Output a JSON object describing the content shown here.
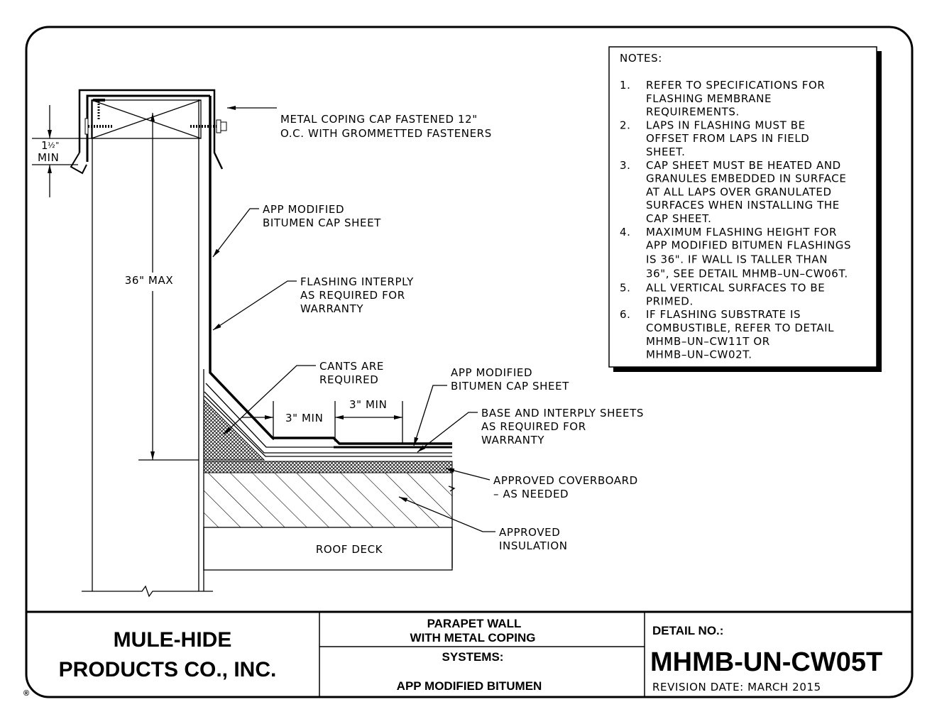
{
  "notes": {
    "heading": "NOTES:",
    "items": [
      {
        "num": "1.",
        "lines": [
          "REFER TO SPECIFICATIONS FOR",
          "FLASHING MEMBRANE",
          "REQUIREMENTS."
        ]
      },
      {
        "num": "2.",
        "lines": [
          "LAPS IN FLASHING MUST BE",
          "OFFSET FROM LAPS IN FIELD",
          "SHEET."
        ]
      },
      {
        "num": "3.",
        "lines": [
          "CAP SHEET MUST BE HEATED AND",
          "GRANULES EMBEDDED IN SURFACE",
          "AT ALL LAPS OVER GRANULATED",
          "SURFACES WHEN INSTALLING THE",
          "CAP SHEET."
        ]
      },
      {
        "num": "4.",
        "lines": [
          "MAXIMUM FLASHING HEIGHT FOR",
          "APP MODIFIED BITUMEN FLASHINGS",
          "IS 36\".   IF WALL IS TALLER THAN",
          "36\", SEE DETAIL MHMB–UN–CW06T."
        ]
      },
      {
        "num": "5.",
        "lines": [
          "ALL VERTICAL SURFACES TO BE",
          "PRIMED."
        ]
      },
      {
        "num": "6.",
        "lines": [
          "IF FLASHING SUBSTRATE IS",
          "COMBUSTIBLE, REFER TO DETAIL",
          "MHMB–UN–CW11T OR",
          "MHMB–UN–CW02T."
        ]
      }
    ]
  },
  "labels": {
    "coping": [
      "METAL COPING CAP FASTENED 12\"",
      "O.C. WITH GROMMETTED FASTENERS"
    ],
    "cap_sheet_wall": [
      "APP MODIFIED",
      "BITUMEN CAP SHEET"
    ],
    "interply": [
      "FLASHING INTERPLY",
      "AS REQUIRED FOR",
      "WARRANTY"
    ],
    "cants": [
      "CANTS ARE",
      "REQUIRED"
    ],
    "cap_sheet_roof": [
      "APP MODIFIED",
      "BITUMEN CAP SHEET"
    ],
    "base_sheets": [
      "BASE AND INTERPLY SHEETS",
      "AS REQUIRED FOR",
      "WARRANTY"
    ],
    "coverboard": [
      "APPROVED COVERBOARD",
      "– AS NEEDED"
    ],
    "insulation": [
      "APPROVED",
      "INSULATION"
    ],
    "roof_deck": "ROOF DECK"
  },
  "dimensions": {
    "max_height": "36\" MAX",
    "min_lap_1": "3\" MIN",
    "min_lap_2": "3\" MIN",
    "coping_min_whole": "1",
    "coping_min_frac": "½\"",
    "coping_min_label": "MIN"
  },
  "title_block": {
    "company": [
      "MULE-HIDE",
      "PRODUCTS CO., INC."
    ],
    "registered": "®",
    "title": [
      "PARAPET WALL",
      "WITH METAL COPING"
    ],
    "systems_label": "SYSTEMS:",
    "system": "APP MODIFIED BITUMEN",
    "detail_label": "DETAIL NO.:",
    "detail_no": "MHMB-UN-CW05T",
    "revision": "REVISION DATE: MARCH 2015"
  }
}
